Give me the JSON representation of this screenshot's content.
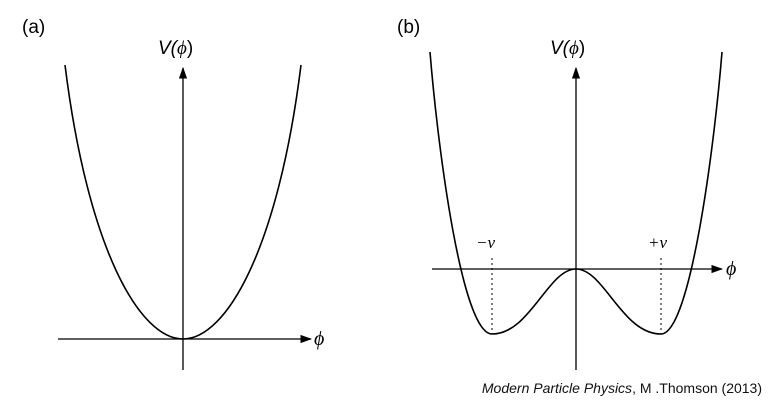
{
  "panel_a": {
    "label": "(a)",
    "y_axis_label_prefix": "V(",
    "y_axis_label_symbol": "ϕ",
    "y_axis_label_suffix": ")",
    "x_axis_label": "ϕ"
  },
  "panel_b": {
    "label": "(b)",
    "y_axis_label_prefix": "V(",
    "y_axis_label_symbol": "ϕ",
    "y_axis_label_suffix": ")",
    "x_axis_label": "ϕ",
    "minimum_left_label": "−v",
    "minimum_right_label": "+v"
  },
  "caption": {
    "book_title": "Modern Particle Physics",
    "rest": ", M .Thomson (2013)"
  }
}
